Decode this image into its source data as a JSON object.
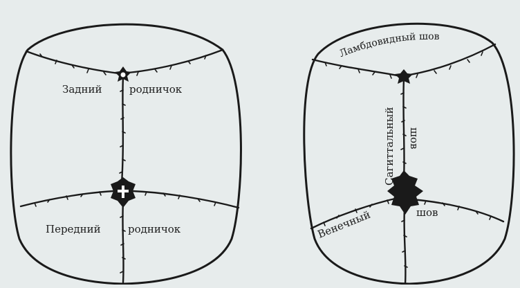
{
  "left_diagram": {
    "label_posterior_left": "Задний",
    "label_posterior_right": "родничок",
    "label_anterior_left": "Передний",
    "label_anterior_right": "родничок"
  },
  "right_diagram": {
    "label_lambdoid": "Ламбдовидный шов",
    "label_sagittal_top": "Сагиттальный",
    "label_sagittal_bottom": "шов",
    "label_coronal_left": "Венечный",
    "label_coronal_right": "шов"
  },
  "colors": {
    "background": "#e7ecec",
    "ink": "#1a1a1a"
  }
}
